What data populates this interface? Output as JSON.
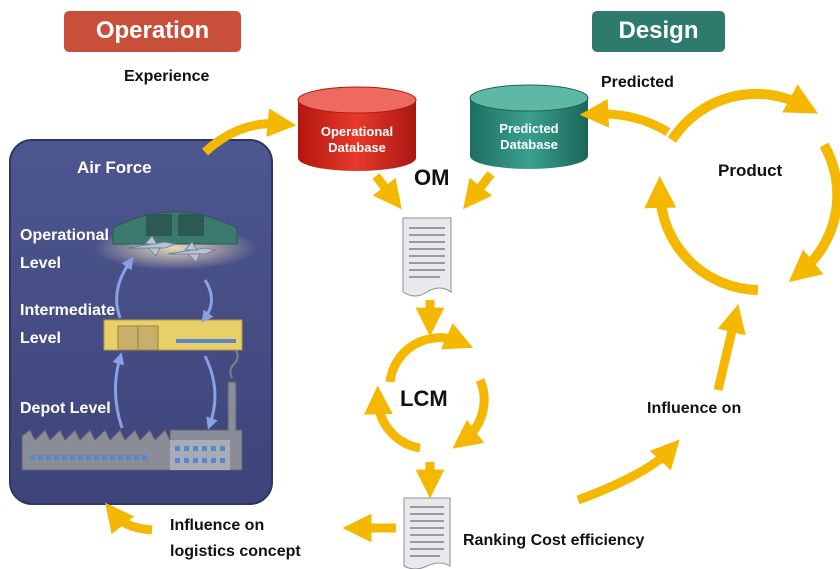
{
  "headers": {
    "operation": "Operation",
    "design": "Design"
  },
  "labels": {
    "experience": "Experience",
    "predicted": "Predicted",
    "om": "OM",
    "lcm": "LCM",
    "product": "Product",
    "influence_on": "Influence on",
    "influence_logistics_line1": "Influence on",
    "influence_logistics_line2": "logistics concept",
    "ranking": "Ranking Cost efficiency"
  },
  "databases": {
    "operational_line1": "Operational",
    "operational_line2": "Database",
    "predicted_line1": "Predicted",
    "predicted_line2": "Database"
  },
  "air_force": {
    "title": "Air Force",
    "operational_line1": "Operational",
    "operational_line2": "Level",
    "intermediate_line1": "Intermediate",
    "intermediate_line2": "Level",
    "depot": "Depot Level"
  },
  "colors": {
    "operation_header": "#c8503a",
    "design_header": "#2e7a6c",
    "arrow": "#f5b800",
    "air_force_panel": "#464d84",
    "operational_db": "#d92b20",
    "predicted_db": "#2b8c7a"
  }
}
